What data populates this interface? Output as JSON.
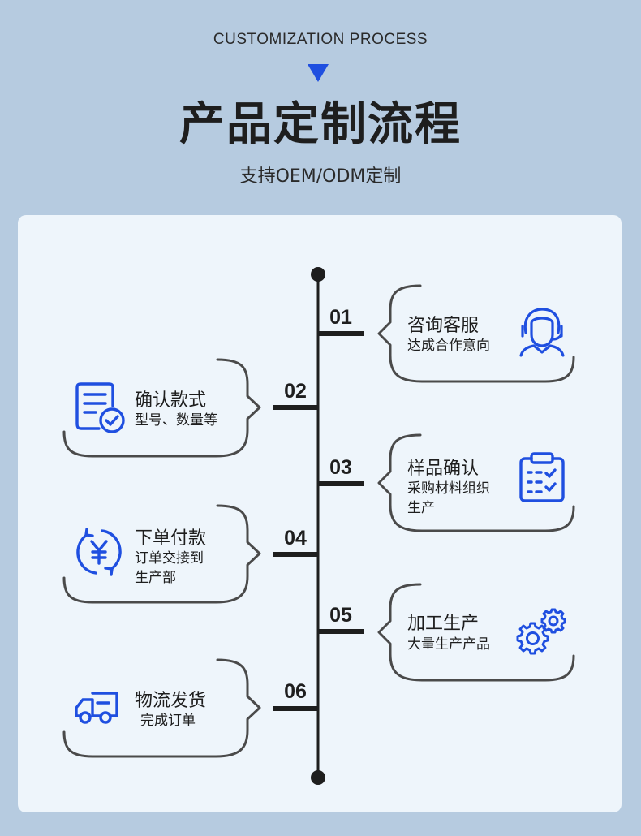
{
  "header": {
    "subtitle_en": "CUSTOMIZATION PROCESS",
    "title": "产品定制流程",
    "tagline": "支持OEM/ODM定制"
  },
  "accent_color": "#1f4fe0",
  "steps": [
    {
      "num": "01",
      "title": "咨询客服",
      "desc_line1": "达成合作意向",
      "icon": "customer-service-icon"
    },
    {
      "num": "02",
      "title": "确认款式",
      "desc_line1": "型号、数量等",
      "icon": "document-check-icon"
    },
    {
      "num": "03",
      "title": "样品确认",
      "desc_line1": "采购材料组织",
      "desc_line2": "生产",
      "icon": "clipboard-check-icon"
    },
    {
      "num": "04",
      "title": "下单付款",
      "desc_line1": "订单交接到",
      "desc_line2": "生产部",
      "icon": "yuan-refresh-icon"
    },
    {
      "num": "05",
      "title": "加工生产",
      "desc_line1": "大量生产产品",
      "icon": "gears-icon"
    },
    {
      "num": "06",
      "title": "物流发货",
      "desc_line1": "完成订单",
      "icon": "delivery-truck-icon"
    }
  ]
}
